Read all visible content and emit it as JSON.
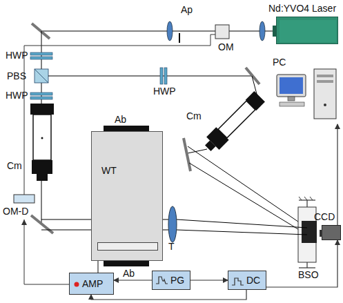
{
  "diagram": {
    "nodes": [
      {
        "text": [
          "Nd:YVO4 Laser"
        ]
      },
      {
        "text": [
          "WT"
        ]
      },
      {
        "text": [
          "T"
        ],
        "in": 1
      },
      {
        "text": [
          "AMP"
        ]
      },
      {
        "text": [
          "PG"
        ]
      },
      {
        "text": [
          "DC"
        ]
      },
      {
        "text": [
          "CCD"
        ]
      },
      {
        "text": [
          "PC"
        ]
      }
    ],
    "edges": [
      {
        "from": 4,
        "to": 3,
        "arrow": "to"
      },
      {
        "from": 4,
        "to": 5,
        "arrow": "to"
      },
      {
        "from": 5,
        "to": 3,
        "arrow": "to"
      },
      {
        "from": 3,
        "to": 2,
        "arrow": "to"
      },
      {
        "from": 5,
        "to": 6,
        "arrow": "to"
      },
      {
        "from": 6,
        "to": 7,
        "arrow": "to"
      }
    ],
    "labels": [
      "Ap",
      "OM",
      "HWP",
      "PBS",
      "HWP",
      "HWP",
      "Cm",
      "Cm",
      "Ab",
      "Ab",
      "BSO",
      "OM-D"
    ]
  }
}
